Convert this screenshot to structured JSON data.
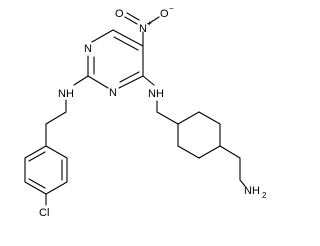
{
  "structure": {
    "atoms": {
      "nitro_o_left": "O",
      "nitro_n": "N",
      "nitro_o_right": "O",
      "ring_n_top": "N",
      "ring_n_bottom": "N",
      "nh_left": "NH",
      "nh_right": "NH",
      "chlorine": "Cl",
      "amine_n": "NH",
      "amine_sub": "2"
    },
    "charges": {
      "nitro_n": "+",
      "nitro_o_right": "−"
    }
  }
}
